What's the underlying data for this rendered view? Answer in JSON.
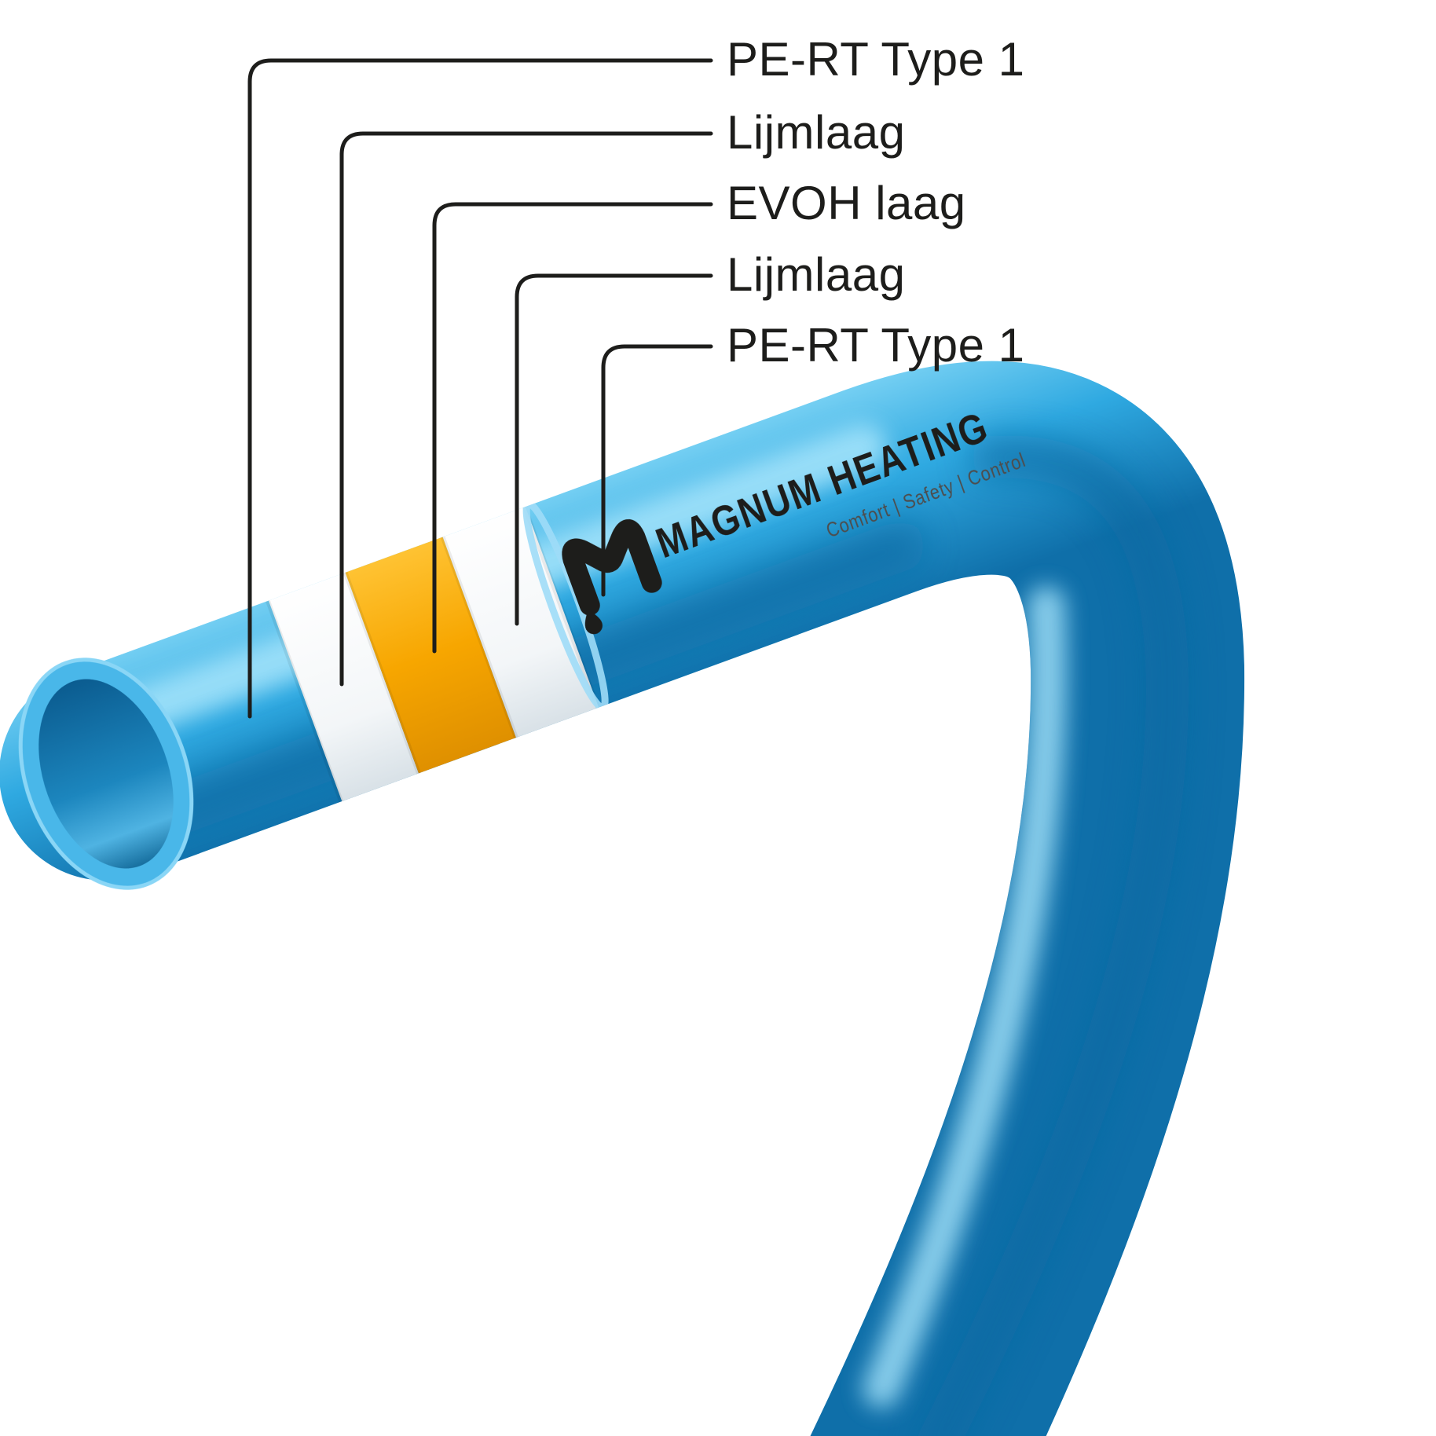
{
  "diagram": {
    "labels": [
      {
        "id": "pert-outer",
        "text": "PE-RT Type 1"
      },
      {
        "id": "lijmlaag-outer",
        "text": "Lijmlaag"
      },
      {
        "id": "evoh",
        "text": "EVOH laag"
      },
      {
        "id": "lijmlaag-inner",
        "text": "Lijmlaag"
      },
      {
        "id": "pert-inner",
        "text": "PE-RT Type 1"
      }
    ],
    "logo": {
      "brand": "MAGNUM HEATING",
      "tagline": "Comfort | Safety | Control"
    },
    "colors": {
      "pipe_blue": "#2FA9E1",
      "pipe_blue_dark": "#0C6AA3",
      "pipe_blue_light": "#A6E4FB",
      "evoh_orange": "#F7A600",
      "adhesive_white": "#FFFFFF",
      "callout_black": "#1D1D1B"
    }
  }
}
